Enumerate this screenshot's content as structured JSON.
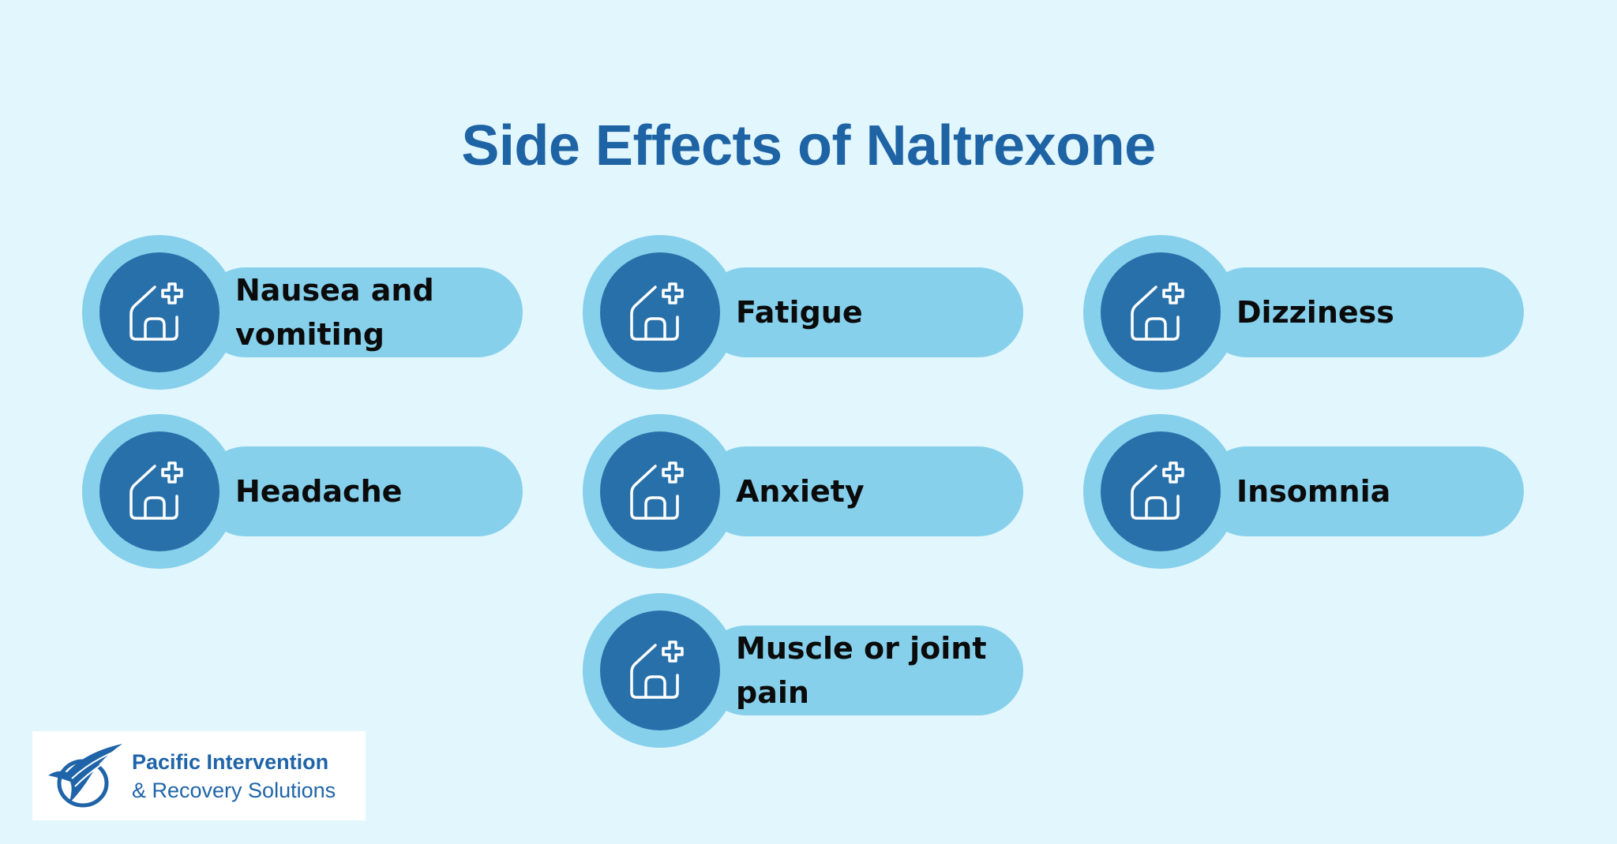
{
  "header": {
    "title": "Side Effects of Naltrexone"
  },
  "items": [
    {
      "label": "Nausea and vomiting",
      "icon": "house-medical-icon"
    },
    {
      "label": "Fatigue",
      "icon": "house-medical-icon"
    },
    {
      "label": "Dizziness",
      "icon": "house-medical-icon"
    },
    {
      "label": "Headache",
      "icon": "house-medical-icon"
    },
    {
      "label": "Anxiety",
      "icon": "house-medical-icon"
    },
    {
      "label": "Insomnia",
      "icon": "house-medical-icon"
    },
    {
      "label": "Muscle or joint pain",
      "icon": "house-medical-icon"
    }
  ],
  "logo": {
    "line1": "Pacific Intervention",
    "line2": "& Recovery Solutions",
    "icon": "eagle-icon"
  },
  "colors": {
    "background": "#e1f6fd",
    "title": "#1e63a4",
    "pill": "#86d0ec",
    "icon_circle": "#2870a9",
    "label_text": "#0b0b0b"
  }
}
